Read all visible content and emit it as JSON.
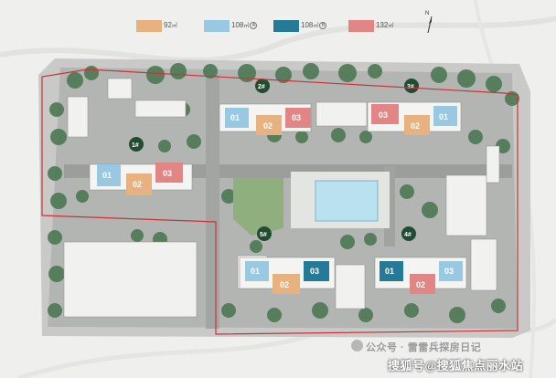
{
  "legend": {
    "items": [
      {
        "text": "92",
        "unit": "㎡",
        "color": "#e7b27f",
        "circled": ""
      },
      {
        "text": "108",
        "unit": "㎡",
        "color": "#99c8e3",
        "circled": "A"
      },
      {
        "text": "108",
        "unit": "㎡",
        "color": "#257a97",
        "circled": "B"
      },
      {
        "text": "132",
        "unit": "㎡",
        "color": "#e18585",
        "circled": ""
      }
    ]
  },
  "compass": {
    "letter": "N"
  },
  "buildings": {
    "b1": {
      "num": "1#",
      "units": [
        "01",
        "02",
        "03"
      ]
    },
    "b2": {
      "num": "2#",
      "units": [
        "01",
        "02",
        "03"
      ]
    },
    "b3": {
      "num": "3#",
      "units": [
        "03",
        "02",
        "01"
      ]
    },
    "b4": {
      "num": "4#",
      "units": [
        "01",
        "02",
        "03"
      ]
    },
    "b5": {
      "num": "5#",
      "units": [
        "01",
        "02",
        "03"
      ]
    }
  },
  "watermark": {
    "top": "公众号 · 雷雷兵探房日记",
    "bottom": "搜狐号@搜狐焦点丽水站"
  },
  "colors": {
    "unit92": "#e7b27f",
    "unit108A": "#99c8e3",
    "unit108B": "#257a97",
    "unit132": "#e18585",
    "boundary": "#c8343b",
    "tree": "#4f7a55",
    "pool": "#b9e1f0"
  }
}
